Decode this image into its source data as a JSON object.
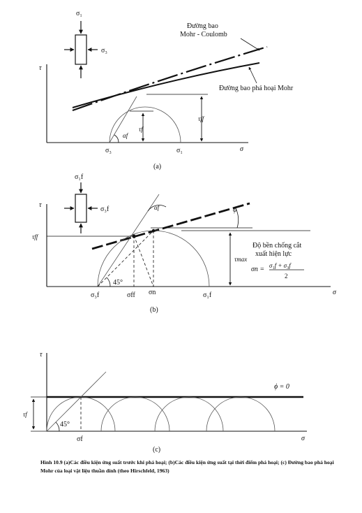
{
  "panel_a": {
    "label": "(a)",
    "envelope_mc": [
      "Đường bao",
      "Mohr - Coulomb"
    ],
    "envelope_mohr": "Đường bao phá hoại Mohr",
    "tau_axis": "τ",
    "sigma_axis": "σ",
    "element_sigma1": "σ₁",
    "element_sigma3": "σ₃",
    "sigma3": "σ₃",
    "sigma1": "σ₁",
    "alpha": "αf",
    "tau_f": "τf",
    "tau_ff": "τff"
  },
  "panel_b": {
    "label": "(b)",
    "tau_axis": "τ",
    "sigma_axis": "σ",
    "element_sigma1": "σ₁f",
    "element_sigma3": "σ₃f",
    "tau_ff": "τff",
    "tau_max": "τmax",
    "alpha": "αf",
    "phi": "ϕ",
    "angle": "45°",
    "sigma3f": "σ₃f",
    "sigmaff": "σff",
    "sigman": "σn",
    "sigma1f": "σ₁f",
    "note": [
      "Độ bền chống cắt",
      "xuất hiện lực"
    ],
    "formula_lhs": "σn =",
    "formula_num": "σ₁f + σ₃f",
    "formula_den": "2"
  },
  "panel_c": {
    "label": "(c)",
    "tau_axis": "τ",
    "sigma_axis": "σ",
    "phi_zero": "ϕ = 0",
    "tau_f": "τf",
    "angle": "45°",
    "sigma_f": "σf"
  },
  "caption": "Hình 10.9 (a)Các điều kiện ứng suất trước khi phá hoại; (b)Các điều kiện ứng suất tại thời điểm phá hoại; (c) Đường bao phá hoại Mohr của loại vật liệu thuần dính (theo Hirschfeld, 1963)"
}
